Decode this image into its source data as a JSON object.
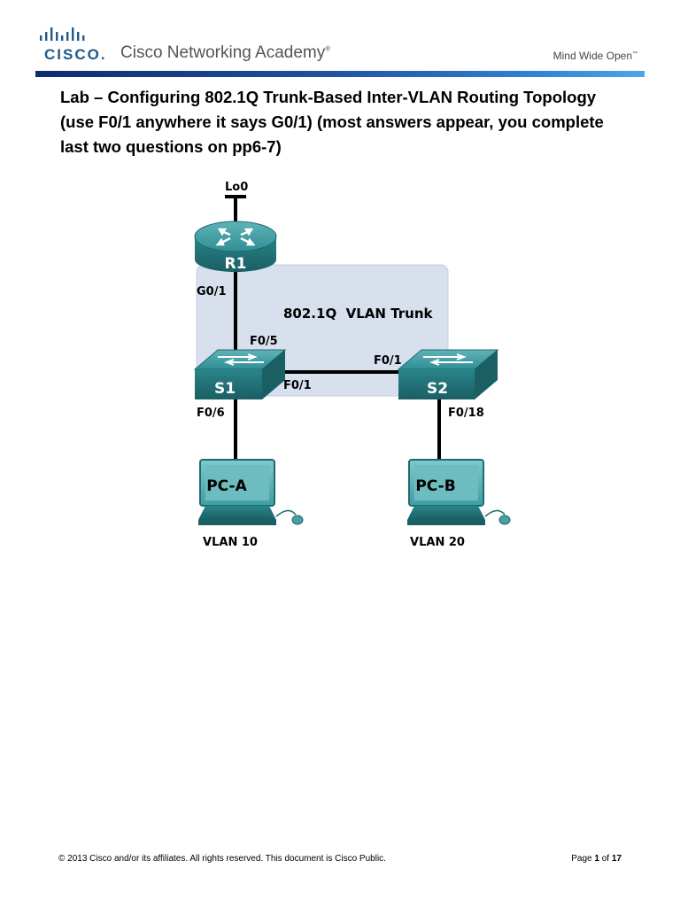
{
  "header": {
    "logo_text": "CISCO.",
    "academy_text": "Cisco Networking Academy",
    "academy_mark": "®",
    "tagline": "Mind Wide Open",
    "tagline_mark": "™"
  },
  "title": "Lab – Configuring 802.1Q Trunk-Based Inter-VLAN Routing Topology (use F0/1 anywhere it says G0/1) (most answers appear, you complete last two questions on pp6-7)",
  "topology": {
    "loopback_label": "Lo0",
    "router_label": "R1",
    "router_port": "G0/1",
    "trunk_label": "802.1Q  VLAN Trunk",
    "s1_label": "S1",
    "s2_label": "S2",
    "s1_uplink_port": "F0/5",
    "s1_trunk_port": "F0/1",
    "s2_trunk_port": "F0/1",
    "s1_pc_port": "F0/6",
    "s2_pc_port": "F0/18",
    "pca_label": "PC-A",
    "pcb_label": "PC-B",
    "pca_vlan": "VLAN 10",
    "pcb_vlan": "VLAN 20",
    "colors": {
      "device_teal": "#2e8f95",
      "device_dark": "#1d6a70",
      "trunk_shade": "#d8e0ee",
      "link": "#000000"
    }
  },
  "footer": {
    "copyright": "© 2013 Cisco and/or its affiliates. All rights reserved. This document is Cisco Public.",
    "page_prefix": "Page",
    "page_current": "1",
    "page_of": "of",
    "page_total": "17"
  }
}
